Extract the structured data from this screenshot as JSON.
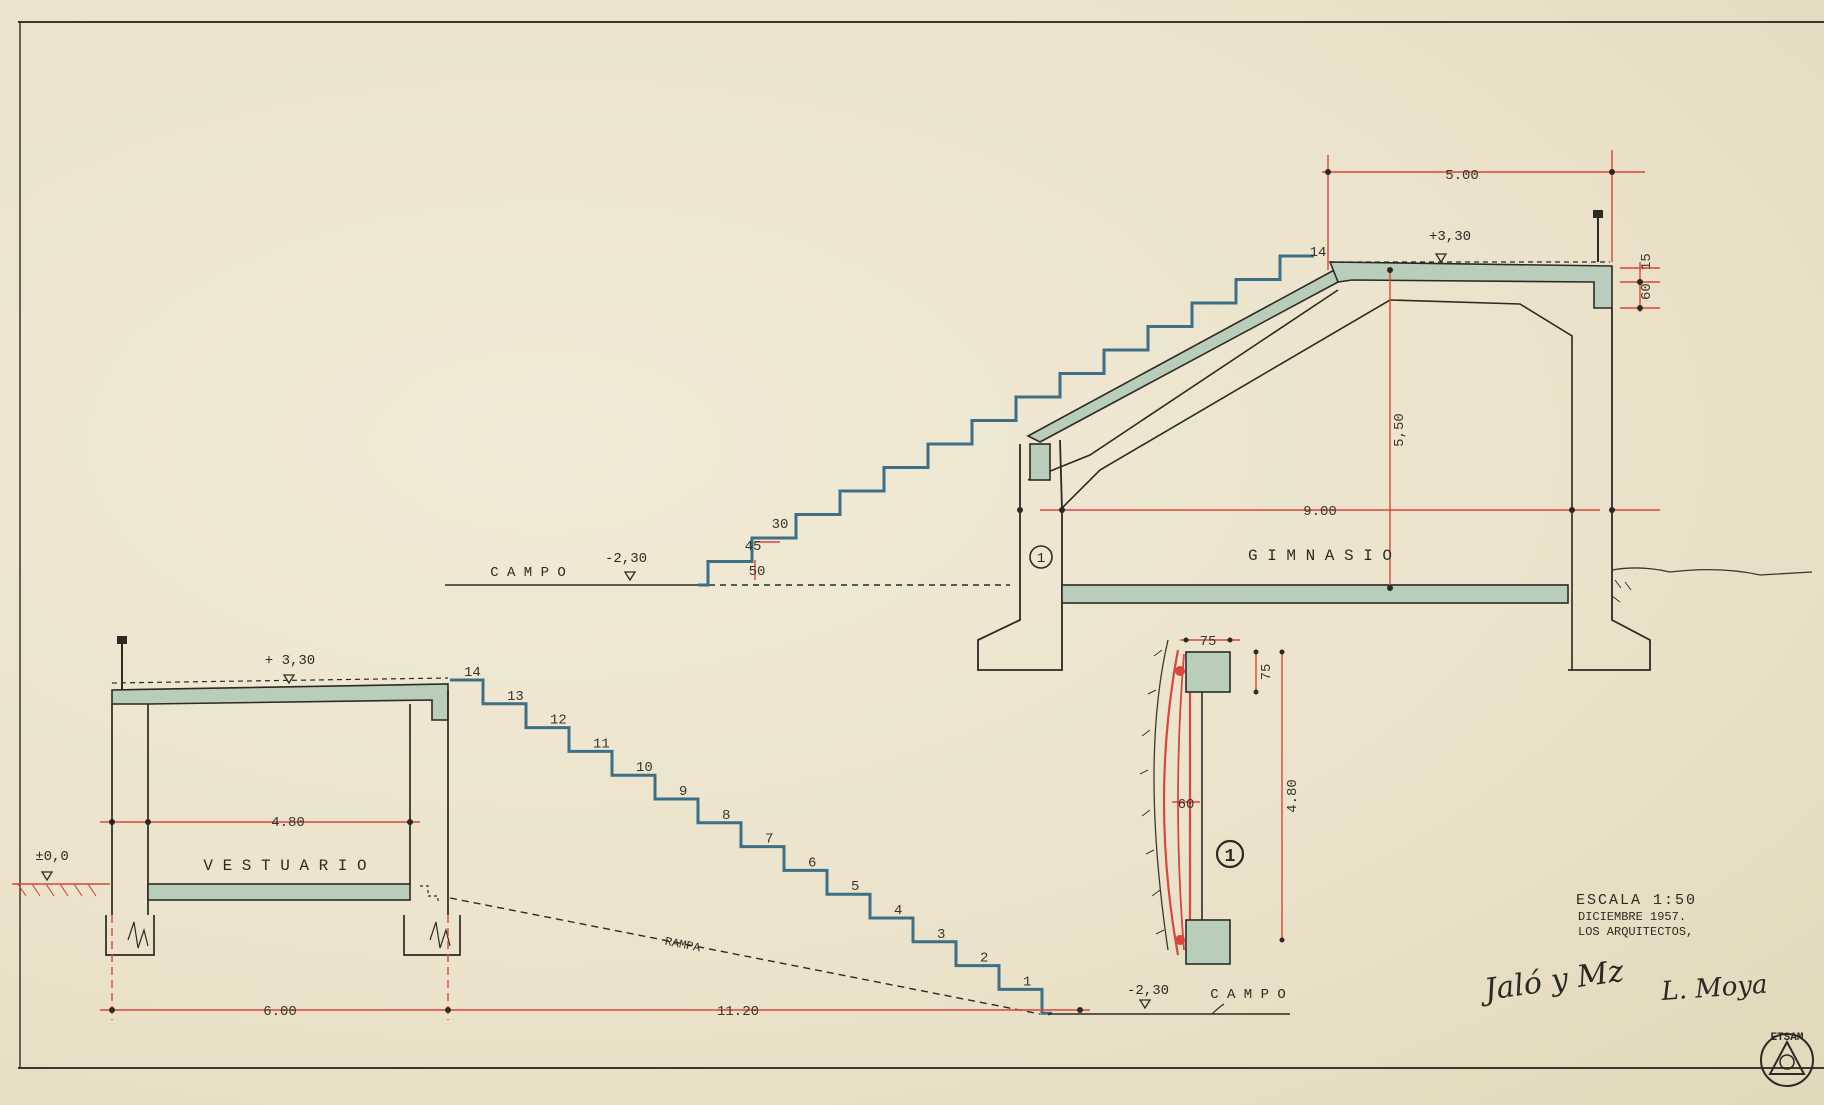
{
  "colors": {
    "paper": "#ece5cf",
    "ink": "#2d2a24",
    "dimension_red": "#d9463c",
    "concrete_fill": "#b9cdbb"
  },
  "rooms": {
    "gym": "G I M N A S I O",
    "locker": "V E S T U A R I O"
  },
  "levels": {
    "field": "C A M P O",
    "field_level": "-2,30",
    "roof_level_right": "+3,30",
    "roof_level_left": "+ 3,30",
    "ground_level": "±0,0"
  },
  "dimensions": {
    "top_width": "5.00",
    "gym_height": "5,50",
    "gym_width": "9.00",
    "locker_width": "4.80",
    "bottom_left": "6.00",
    "bottom_total": "11.20",
    "detail_w": "75",
    "detail_h": "75",
    "detail_height": "4.80",
    "detail_curve": "60",
    "parapet_15": "15",
    "parapet_60": "60",
    "step_30": "30",
    "step_45": "45",
    "step_50": "50"
  },
  "ramp_label": "RAMPA",
  "section_marker": "1",
  "upper_stair_top_step": "14",
  "lower_steps": [
    "14",
    "13",
    "12",
    "11",
    "10",
    "9",
    "8",
    "7",
    "6",
    "5",
    "4",
    "3",
    "2",
    "1"
  ],
  "title_block": {
    "scale": "ESCALA 1:50",
    "date": "DICIEMBRE 1957.",
    "authors": "LOS ARQUITECTOS,"
  },
  "signatures": [
    "Jaló y Mz",
    "L. Moya"
  ],
  "stamp": "ETSAM"
}
